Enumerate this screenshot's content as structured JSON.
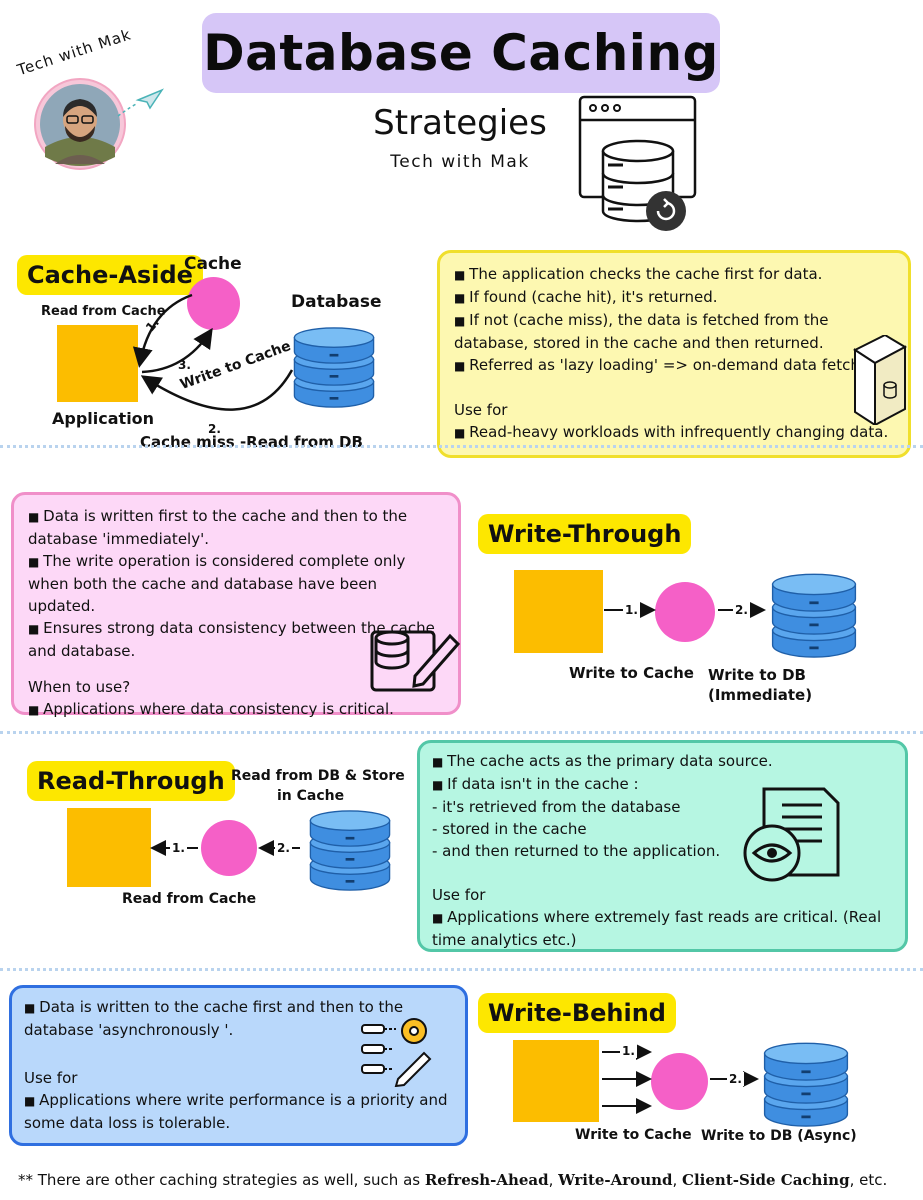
{
  "header": {
    "title": "Database Caching",
    "subtitle": "Strategies",
    "byline": "Tech with Mak",
    "logo_text": "Tech with Mak",
    "logo_accent": "#f2843a"
  },
  "cache_aside": {
    "pill": "Cache-Aside",
    "cache_label": "Cache",
    "database_label": "Database",
    "app_label": "Application",
    "read_label": "Read from Cache",
    "write_label": "Write to Cache",
    "miss_label": "Cache miss -Read from DB",
    "step1": "1.",
    "step2": "2.",
    "step3": "3.",
    "bullets": [
      "The application checks the cache first for data.",
      " If found (cache hit), it's returned.",
      "If not (cache miss), the data is fetched from the database, stored in the cache and then returned.",
      "Referred as 'lazy loading' => on-demand data fetching."
    ],
    "use_heading": "Use for",
    "use_bullet": "Read-heavy workloads with infrequently changing data."
  },
  "write_through": {
    "pill": "Write-Through",
    "bullets": [
      " Data is written first to the cache and then to the database 'immediately'.",
      "The write operation is considered complete only when both the cache and database have been updated.",
      "Ensures strong data consistency between the cache and database."
    ],
    "use_heading": "When to use?",
    "use_bullet": "Applications where data consistency is critical.",
    "step1": "1.",
    "step2": "2.",
    "cache_label": "Write to Cache",
    "db_label_1": "Write to DB",
    "db_label_2": "(Immediate)"
  },
  "read_through": {
    "pill": "Read-Through",
    "db_label_1": "Read from DB & Store",
    "db_label_2": "in Cache",
    "app_label": "Read from Cache",
    "step1": "1.",
    "step2": "2.",
    "lines": [
      "The cache acts as the primary data source.",
      "If data isn't in the cache :",
      "- it's retrieved from the database",
      "- stored in the cache",
      "- and then returned to the application."
    ],
    "use_heading": "Use for",
    "use_bullet": " Applications where extremely fast reads are critical. (Real time analytics etc.)"
  },
  "write_behind": {
    "pill": "Write-Behind",
    "bullets": [
      "Data is written to the cache first and then to the database 'asynchronously '."
    ],
    "use_heading": "Use for",
    "use_bullet": "Applications where write performance is a priority and some data loss is tolerable.",
    "step1": "1.",
    "step2": "2.",
    "cache_label": "Write to Cache",
    "db_label": "Write to DB (Async)"
  },
  "footer": {
    "prefix": "** There are other caching strategies as well, such as ",
    "s1": "Refresh-Ahead",
    "s2": "Write-Around",
    "s3": "Client-Side Caching",
    "suffix": ", etc.",
    "sep": ", "
  },
  "colors": {
    "pill": "#fde700",
    "title_bg": "#d6c6f7",
    "cache_pink": "#f560c7",
    "app_orange": "#fcbd00",
    "db_blue": "#3f8ee0",
    "yellow_box": "#fdf8b1",
    "pink_box": "#fdd8f7",
    "green_box": "#b6f6e2",
    "blue_box": "#b9d8fb"
  }
}
